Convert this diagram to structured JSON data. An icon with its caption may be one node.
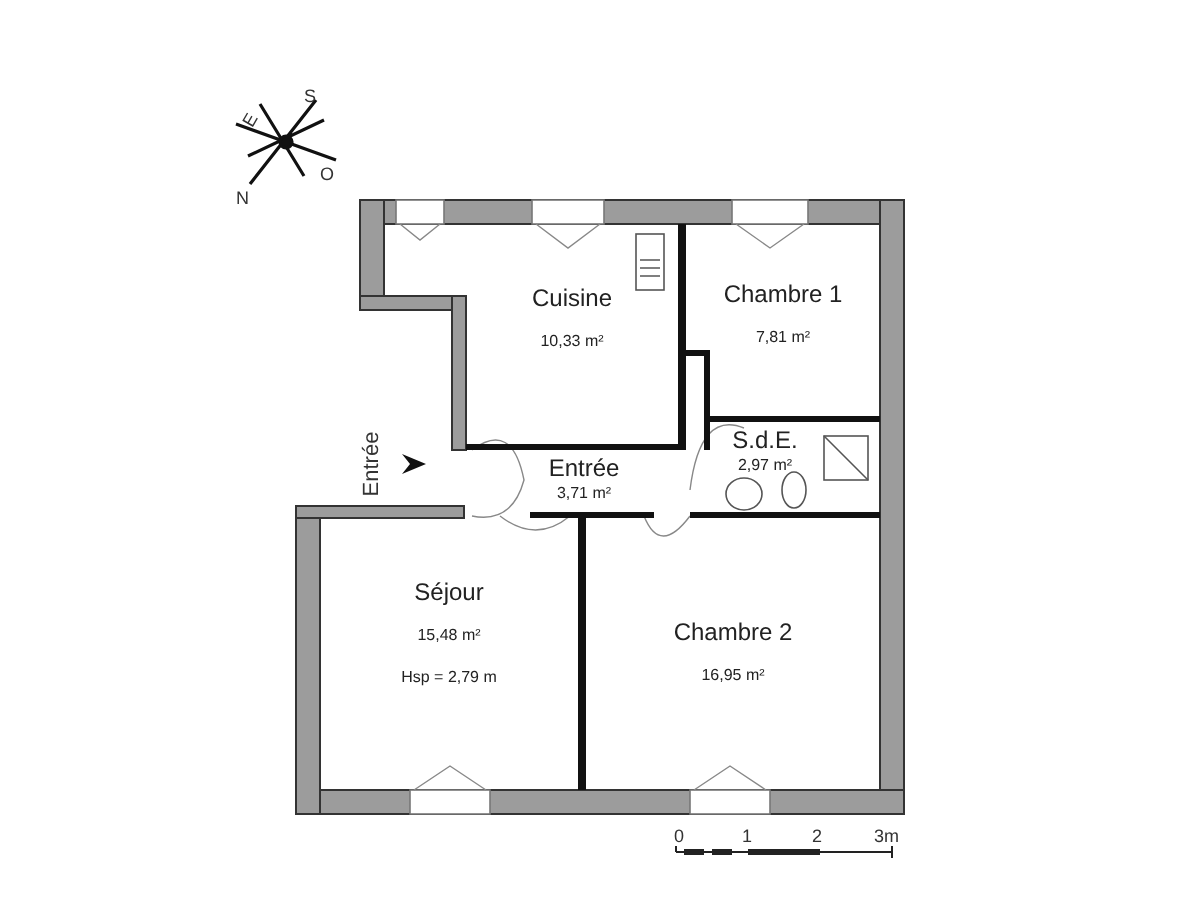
{
  "diagram": {
    "nodes": [
      {
        "text": [
          "Cuisine",
          "10,33 m²"
        ]
      },
      {
        "text": [
          "Chambre 1",
          "7,81 m²"
        ]
      },
      {
        "text": [
          "S.d.E.",
          "2,97 m²"
        ]
      },
      {
        "text": [
          "Entrée",
          "3,71 m²"
        ]
      },
      {
        "text": [
          "Séjour",
          "15,48 m²",
          "Hsp = 2,79 m"
        ]
      },
      {
        "text": [
          "Chambre 2",
          "16,95 m²"
        ]
      }
    ],
    "edges": [],
    "labels": [
      "S",
      "E",
      "O",
      "N",
      "Entrée",
      "0",
      "1",
      "2",
      "3m"
    ]
  }
}
